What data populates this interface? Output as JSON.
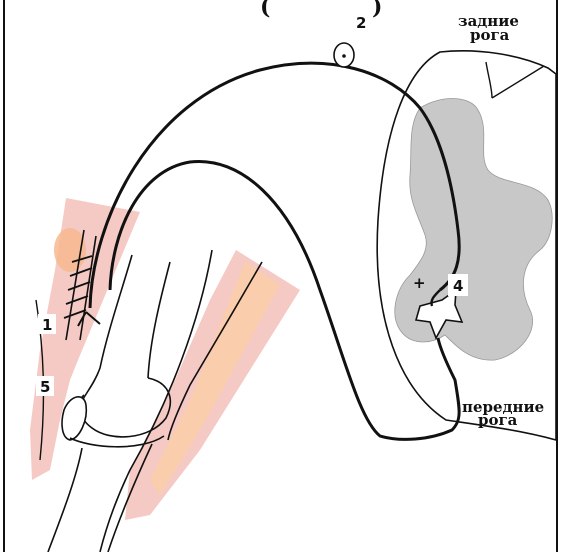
{
  "labels": {
    "top_paren": "(",
    "top_paren_close": ")",
    "dorsal_horns_line1": "задние",
    "dorsal_horns_line2": "рога",
    "ventral_horns_line1": "передние",
    "ventral_horns_line2": "рога"
  },
  "markers": {
    "m1": "1",
    "m2": "2",
    "m4": "4",
    "m5": "5",
    "plus": "+"
  },
  "colors": {
    "muscle": "#f5c9c4",
    "muscle_highlight": "#f7b98f",
    "grey_matter": "#c8c8c8",
    "outline": "#111111"
  }
}
